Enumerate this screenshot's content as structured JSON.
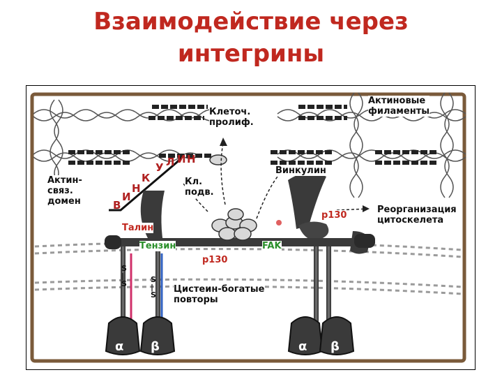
{
  "slide": {
    "title_line1": "Взаимодействие через",
    "title_line2": "интегрины"
  },
  "diagram": {
    "labels": {
      "cell_prolif": "Клеточ.\nпролиф.",
      "actin_filaments": "Актиновые\nфиламенты",
      "actin_binding_domain": "Актин-\nсвяз.\nдомен",
      "cell_motility": "Кл.\nподв.",
      "vinculin": "Винкулин",
      "p130_right": "p130",
      "cytoskeleton_reorg": "Реорганизация\nцитоскелета",
      "talin": "Талин",
      "tensin": "Тензин",
      "fak": "FAK",
      "p130_center": "p130",
      "cysteine_repeats": "Цистеин-богатые\nповторы",
      "disulfide_left": "S\n|\nS",
      "disulfide_right": "S\n|\nS",
      "alpha_left": "α",
      "beta_left": "β",
      "alpha_right": "α",
      "beta_right": "β"
    },
    "vinculin_letters": [
      "В",
      "И",
      "Н",
      "К",
      "У",
      "Л",
      "И",
      "Н"
    ],
    "colors": {
      "title": "#c0281f",
      "frame": "#7a5a3a",
      "talin_label": "#c0281f",
      "tensin_label": "#2a8f2a",
      "fak_label": "#2a8f2a",
      "p130_label": "#c0281f",
      "membrane": "#9a9a9a",
      "pink_strand": "#d0306a",
      "blue_strand": "#3060c0"
    }
  }
}
